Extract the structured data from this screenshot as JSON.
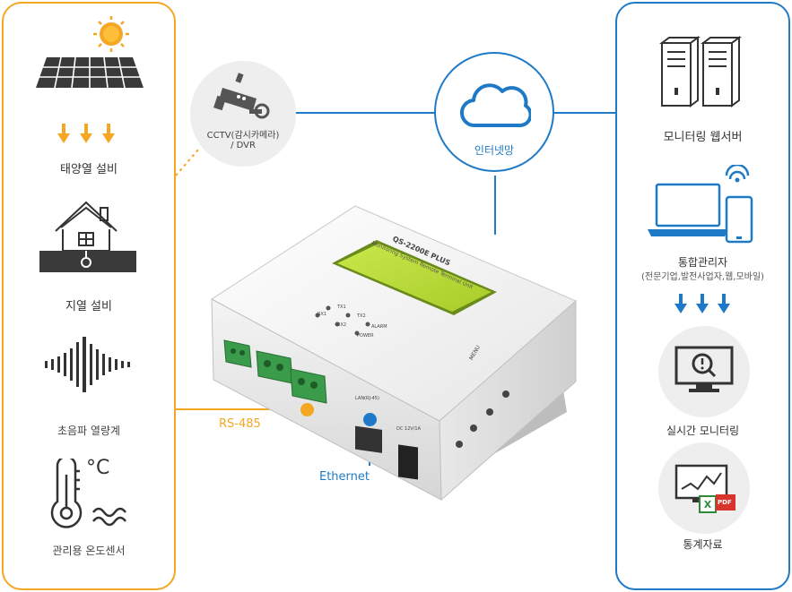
{
  "left_panel": {
    "items": [
      {
        "label": "태양열 설비",
        "icon": "solar-panel-icon"
      },
      {
        "label": "지열 설비",
        "icon": "geothermal-house-icon"
      },
      {
        "label": "초음파 열량계",
        "icon": "ultrasonic-wave-icon"
      },
      {
        "label": "관리용 온도센서",
        "icon": "thermometer-icon"
      }
    ],
    "temp_unit": "°C",
    "accent": "#f5a623"
  },
  "cctv": {
    "label_line1": "CCTV(감시카메라)",
    "label_line2": "/ DVR",
    "icon": "cctv-camera-icon"
  },
  "internet": {
    "label": "인터넷망",
    "icon": "cloud-icon",
    "color": "#1e7ac6"
  },
  "connections": {
    "rs485": "RS-485",
    "ethernet": "Ethernet"
  },
  "device": {
    "model": "QS-2200E PLUS",
    "subtitle": "Monitoring System Remote Terminal Unit",
    "leds": [
      "TX1",
      "RX1",
      "TX2",
      "RX2",
      "ALARM",
      "POWER"
    ],
    "menu": "MENU",
    "lan_port": "LAN(RJ-45)",
    "dc_port": "DC 12V/1A"
  },
  "right_panel": {
    "items": [
      {
        "label": "모니터링 웹서버",
        "icon": "server-icon"
      },
      {
        "label": "통합관리자",
        "sub": "(전문기업,발전사업자,웹,모바일)",
        "icon": "laptop-tablet-icon"
      },
      {
        "label": "실시간 모니터링",
        "icon": "monitor-search-icon"
      },
      {
        "label": "통계자료",
        "icon": "statistics-chart-icon",
        "badge": "PDF"
      }
    ],
    "accent": "#1e7ac6"
  }
}
